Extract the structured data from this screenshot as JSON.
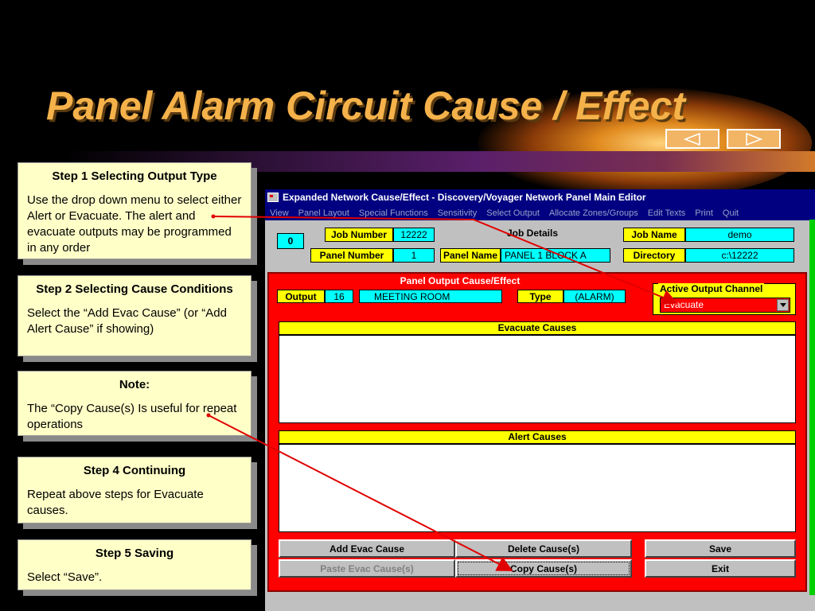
{
  "slide": {
    "title": "Panel Alarm Circuit Cause / Effect",
    "nav": {
      "prev_icon": "triangle-left-icon",
      "next_icon": "triangle-right-icon"
    }
  },
  "notes": [
    {
      "heading": "Step 1 Selecting Output Type",
      "body": "Use the drop down menu to select either Alert or Evacuate.  The alert and evacuate outputs may be programmed in any order"
    },
    {
      "heading": "Step 2 Selecting Cause Conditions",
      "body": "Select the “Add Evac Cause” (or “Add Alert Cause” if showing)"
    },
    {
      "heading": "Note:",
      "body": "The “Copy Cause(s) Is useful for repeat operations"
    },
    {
      "heading": "Step 4 Continuing",
      "body": "Repeat above steps for Evacuate causes."
    },
    {
      "heading": "Step 5 Saving",
      "body": "Select “Save”."
    }
  ],
  "window": {
    "title": "Expanded Network Cause/Effect - Discovery/Voyager Network Panel Main Editor",
    "menu": [
      "View",
      "Panel Layout",
      "Special Functions",
      "Sensitivity",
      "Select Output",
      "Allocate Zones/Groups",
      "Edit Texts",
      "Print",
      "Quit"
    ],
    "job": {
      "counter": "0",
      "heading": "Job Details",
      "job_number_label": "Job Number",
      "job_number": "12222",
      "job_name_label": "Job Name",
      "job_name": "demo",
      "panel_number_label": "Panel Number",
      "panel_number": "1",
      "panel_name_label": "Panel Name",
      "panel_name": "PANEL 1 BLOCK A",
      "directory_label": "Directory",
      "directory": "c:\\12222"
    },
    "panel": {
      "heading": "Panel Output Cause/Effect",
      "output_label": "Output",
      "output_number": "16",
      "output_name": "MEETING ROOM",
      "type_label": "Type",
      "type_value": "(ALARM)",
      "channel_label": "Active Output Channel",
      "channel_value": "Evacuate",
      "evac_header": "Evacuate Causes",
      "alert_header": "Alert Causes"
    },
    "buttons": {
      "add_evac": "Add Evac Cause",
      "delete": "Delete Cause(s)",
      "save": "Save",
      "paste": "Paste Evac Cause(s)",
      "copy": "Copy Cause(s)",
      "exit": "Exit"
    }
  },
  "colors": {
    "title": "#f5b24a",
    "note_bg": "#ffffc8",
    "panel_red": "#ff0000",
    "field_yellow": "#ffff00",
    "field_cyan": "#00ffff",
    "arrow_red": "#e00000"
  }
}
